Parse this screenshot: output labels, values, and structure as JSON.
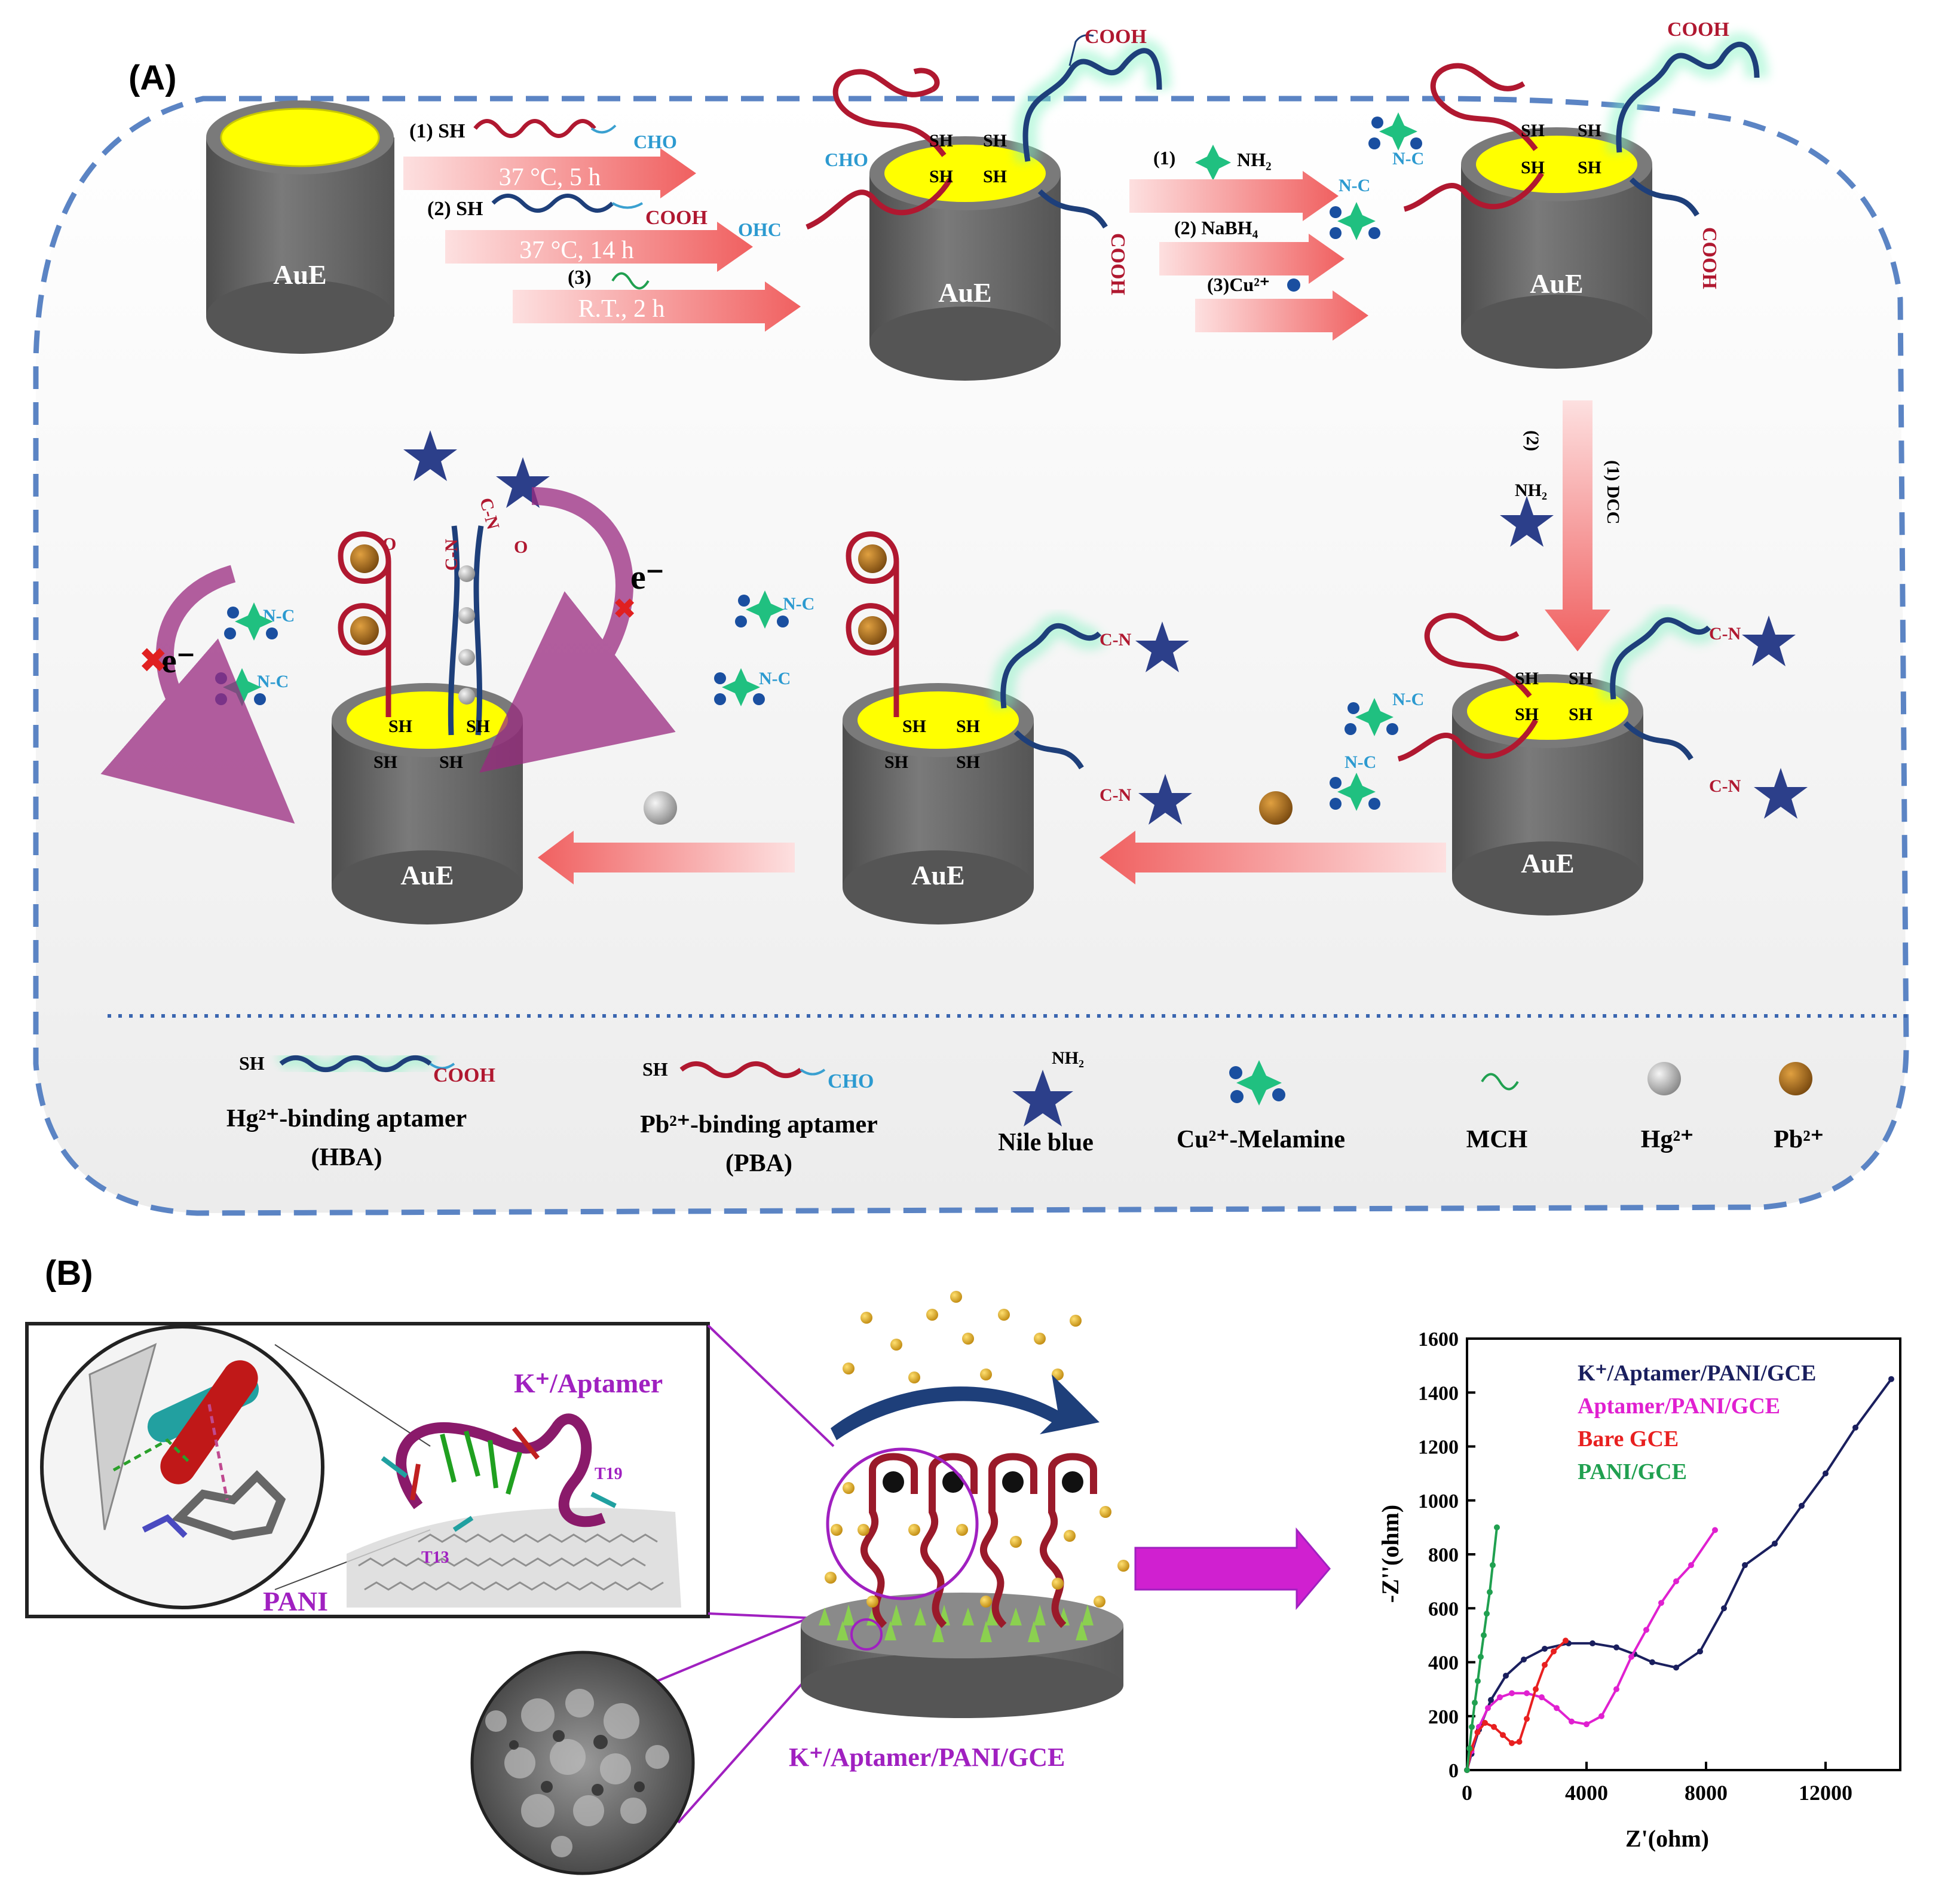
{
  "panel_a": {
    "label": "(A)",
    "electrode_label": "AuE",
    "step1": {
      "reagent1": "(1) SH",
      "reagent1_end": "CHO",
      "cond1": "37 °C, 5 h",
      "reagent2": "(2) SH",
      "reagent2_end": "COOH",
      "cond2": "37 °C, 14 h",
      "reagent3": "(3)",
      "cond3": "R.T., 2 h"
    },
    "step2": {
      "r1": "(1)",
      "r1_group": "NH₂",
      "r2": "(2) NaBH₄",
      "r3": "(3)Cu²⁺"
    },
    "step3": {
      "r1": "(1) DCC",
      "r2": "(2)",
      "r2_group": "NH₂"
    },
    "groups": {
      "cooh": "COOH",
      "cho": "CHO",
      "ohc": "OHC",
      "sh": "SH",
      "nc": "N-C",
      "amide": "C-N",
      "oxygen": "O",
      "electron": "e⁻"
    },
    "legend": [
      {
        "prefix": "SH",
        "suffix": "COOH",
        "name": "Hg²⁺-binding aptamer",
        "abbr": "(HBA)"
      },
      {
        "prefix": "SH",
        "suffix": "CHO",
        "name": "Pb²⁺-binding aptamer",
        "abbr": "(PBA)"
      },
      {
        "top": "NH₂",
        "name": "Nile blue"
      },
      {
        "name": "Cu²⁺-Melamine"
      },
      {
        "name": "MCH"
      },
      {
        "name": "Hg²⁺"
      },
      {
        "name": "Pb²⁺"
      }
    ]
  },
  "panel_b": {
    "label": "(B)",
    "aptamer_label": "K⁺/Aptamer",
    "pani_label": "PANI",
    "t19": "T19",
    "t13": "T13",
    "electrode_label": "K⁺/Aptamer/PANI/GCE"
  },
  "chart_data": {
    "type": "line",
    "xlabel": "Z'(ohm)",
    "ylabel": "-Z''(ohm)",
    "xlim": [
      0,
      14500
    ],
    "ylim": [
      0,
      1600
    ],
    "xticks": [
      0,
      4000,
      8000,
      12000
    ],
    "yticks": [
      0,
      200,
      400,
      600,
      800,
      1000,
      1200,
      1400,
      1600
    ],
    "legend_position": "top-right",
    "series": [
      {
        "name": "K⁺/Aptamer/PANI/GCE",
        "color": "#1a1f5e",
        "x": [
          0,
          150,
          400,
          800,
          1300,
          1900,
          2600,
          3400,
          4200,
          5000,
          5600,
          6200,
          7000,
          7800,
          8600,
          9300,
          10300,
          11200,
          12000,
          13000,
          14200
        ],
        "y": [
          0,
          60,
          150,
          260,
          350,
          410,
          450,
          470,
          470,
          455,
          430,
          400,
          380,
          440,
          600,
          760,
          840,
          980,
          1100,
          1270,
          1450
        ]
      },
      {
        "name": "Aptamer/PANI/GCE",
        "color": "#e020d0",
        "x": [
          0,
          150,
          400,
          700,
          1100,
          1500,
          2000,
          2500,
          3000,
          3500,
          4000,
          4500,
          5000,
          5500,
          6000,
          6500,
          7000,
          7500,
          8300
        ],
        "y": [
          0,
          70,
          160,
          230,
          270,
          285,
          285,
          270,
          230,
          180,
          170,
          200,
          300,
          420,
          520,
          620,
          700,
          760,
          890
        ]
      },
      {
        "name": "Bare GCE",
        "color": "#e82020",
        "x": [
          0,
          150,
          350,
          600,
          900,
          1200,
          1500,
          1750,
          2000,
          2300,
          2600,
          2900,
          3300
        ],
        "y": [
          0,
          80,
          140,
          175,
          160,
          130,
          100,
          105,
          190,
          300,
          390,
          440,
          480
        ]
      },
      {
        "name": "PANI/GCE",
        "color": "#20a050",
        "x": [
          0,
          80,
          160,
          260,
          360,
          460,
          560,
          660,
          760,
          860,
          1000
        ],
        "y": [
          0,
          80,
          160,
          250,
          330,
          420,
          500,
          580,
          660,
          760,
          900
        ]
      }
    ]
  },
  "colors": {
    "electrode_gray": "#6b6b6b",
    "gold": "#ffff00",
    "red_aptamer": "#b01830",
    "blue_aptamer": "#1e3f7a",
    "arrow_pink": "#f08080",
    "dash_blue": "#5b84c4",
    "purple": "#a020c0"
  }
}
